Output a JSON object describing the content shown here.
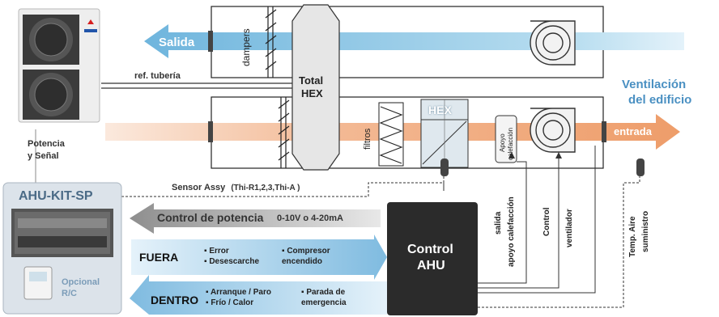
{
  "labels": {
    "salida": "Salida",
    "dampers": "dampers",
    "ref_tuberia": "ref. tubería",
    "total_hex_line1": "Total",
    "total_hex_line2": "HEX",
    "ventilacion_line1": "Ventilación",
    "ventilacion_line2": "del edificio",
    "hex": "HEX",
    "apoyo_line1": "Apoyo",
    "apoyo_line2": "calefacción",
    "filtros": "filtros",
    "entrada": "entrada",
    "potencia_line1": "Potencia",
    "potencia_line2": "y Señal",
    "sensor_assy": "Sensor Assy",
    "sensor_ids": "(Thi-R1,2,3,Thi-A )",
    "kit_name": "AHU-KIT-SP",
    "opcional_line1": "Opcional",
    "opcional_line2": "R/C",
    "control_potencia": "Control de potencia",
    "signal_range": "0-10V o 4-20mA",
    "fuera": "FUERA",
    "dentro": "DENTRO",
    "control_ahu_line1": "Control",
    "control_ahu_line2": "AHU",
    "salida_apoyo_line1": "salida",
    "salida_apoyo_line2": "apoyo calefacción",
    "control_vent_line1": "Control",
    "control_vent_line2": "ventilador",
    "temp_aire_line1": "Temp. Aire",
    "temp_aire_line2": "suministro"
  },
  "fuera_items": {
    "error": "Error",
    "desescarche": "Desescarche",
    "compresor_line1": "Compresor",
    "compresor_line2": "encendido"
  },
  "dentro_items": {
    "arranque": "Arranque / Paro",
    "frio": "Frío / Calor",
    "parada_line1": "Parada de",
    "parada_line2": "emergencia"
  },
  "colors": {
    "blue_flow": "#8ec9e6",
    "orange_flow": "#f2b48a",
    "control_box": "#2a2a2a",
    "title_blue": "#4a90c2",
    "kit_panel": "#d9e1e8"
  }
}
